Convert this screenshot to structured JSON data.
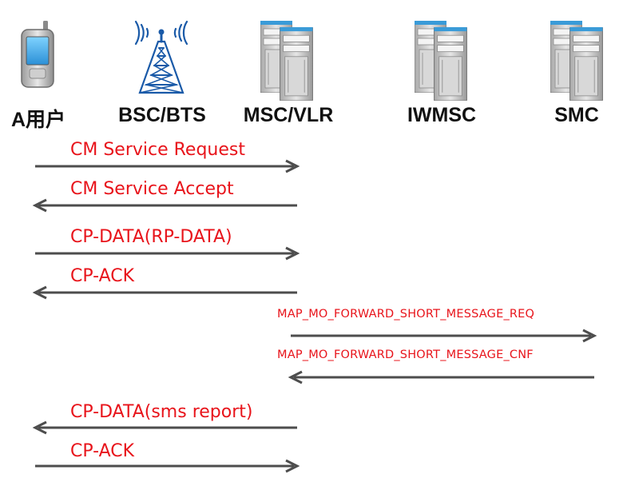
{
  "entities": [
    {
      "name": "A用户",
      "icon": "mobile-phone-icon"
    },
    {
      "name": "BSC/BTS",
      "icon": "radio-tower-icon"
    },
    {
      "name": "MSC/VLR",
      "icon": "server-icon"
    },
    {
      "name": "IWMSC",
      "icon": "server-icon"
    },
    {
      "name": "SMC",
      "icon": "server-icon"
    }
  ],
  "messages": [
    {
      "label": "CM Service Request",
      "from": "A用户",
      "to": "MSC/VLR"
    },
    {
      "label": "CM Service Accept",
      "from": "MSC/VLR",
      "to": "A用户"
    },
    {
      "label": "CP-DATA(RP-DATA)",
      "from": "A用户",
      "to": "MSC/VLR"
    },
    {
      "label": "CP-ACK",
      "from": "MSC/VLR",
      "to": "A用户"
    },
    {
      "label": "MAP_MO_FORWARD_SHORT_MESSAGE_REQ",
      "from": "MSC/VLR",
      "to": "SMC"
    },
    {
      "label": "MAP_MO_FORWARD_SHORT_MESSAGE_CNF",
      "from": "SMC",
      "to": "MSC/VLR"
    },
    {
      "label": "CP-DATA(sms report)",
      "from": "MSC/VLR",
      "to": "A用户"
    },
    {
      "label": "CP-ACK",
      "from": "A用户",
      "to": "MSC/VLR"
    }
  ],
  "colors": {
    "message_text": "#e8141b",
    "arrow": "#4d4d4d",
    "entity_text": "#111111",
    "tower": "#1a5aa8",
    "server_body": "#c9c9c9",
    "server_accent": "#3a9bd8"
  }
}
